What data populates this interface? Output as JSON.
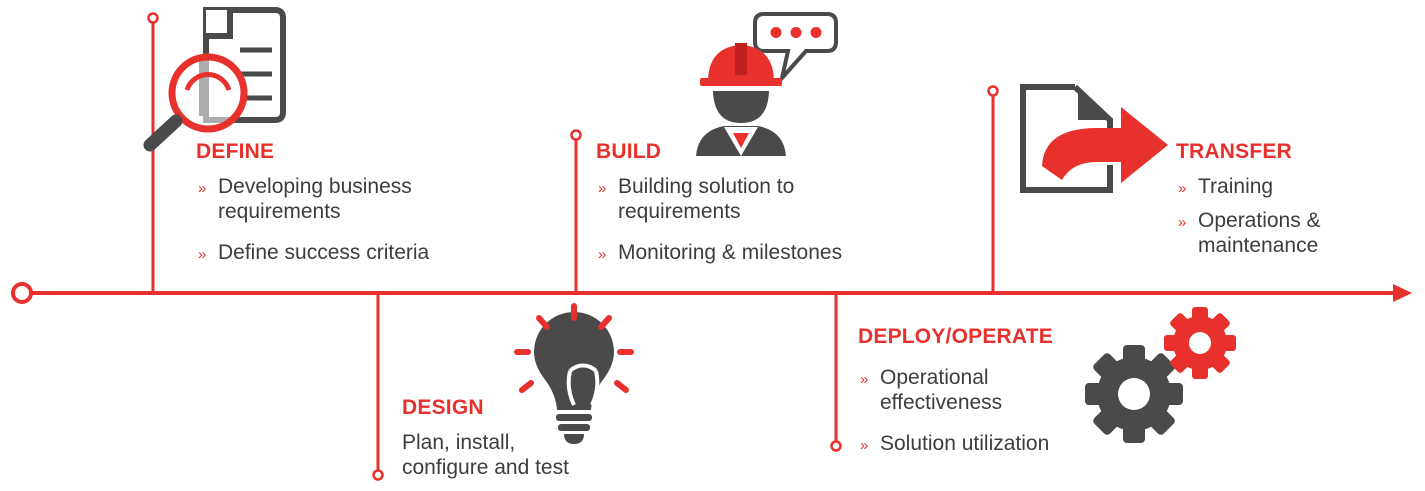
{
  "colors": {
    "accent": "#e8312d",
    "dark": "#4a4a4a",
    "text": "#3d3d3d"
  },
  "stages": {
    "define": {
      "title": "DEFINE",
      "bullet": "»",
      "items": [
        "Developing business",
        "requirements",
        "Define success criteria"
      ],
      "icon": "document-magnifier-icon"
    },
    "design": {
      "title": "DESIGN",
      "lines": [
        "Plan, install,",
        "configure and test"
      ],
      "icon": "lightbulb-icon"
    },
    "build": {
      "title": "BUILD",
      "bullet": "»",
      "items": [
        "Building solution to",
        "requirements",
        "Monitoring & milestones"
      ],
      "icon": "worker-speech-icon"
    },
    "deploy": {
      "title": "DEPLOY/OPERATE",
      "bullet": "»",
      "items": [
        "Operational",
        "effectiveness",
        "Solution utilization"
      ],
      "icon": "gears-icon"
    },
    "transfer": {
      "title": "TRANSFER",
      "bullet": "»",
      "items": [
        "Training",
        "Operations &",
        "maintenance"
      ],
      "icon": "document-transfer-icon"
    }
  }
}
